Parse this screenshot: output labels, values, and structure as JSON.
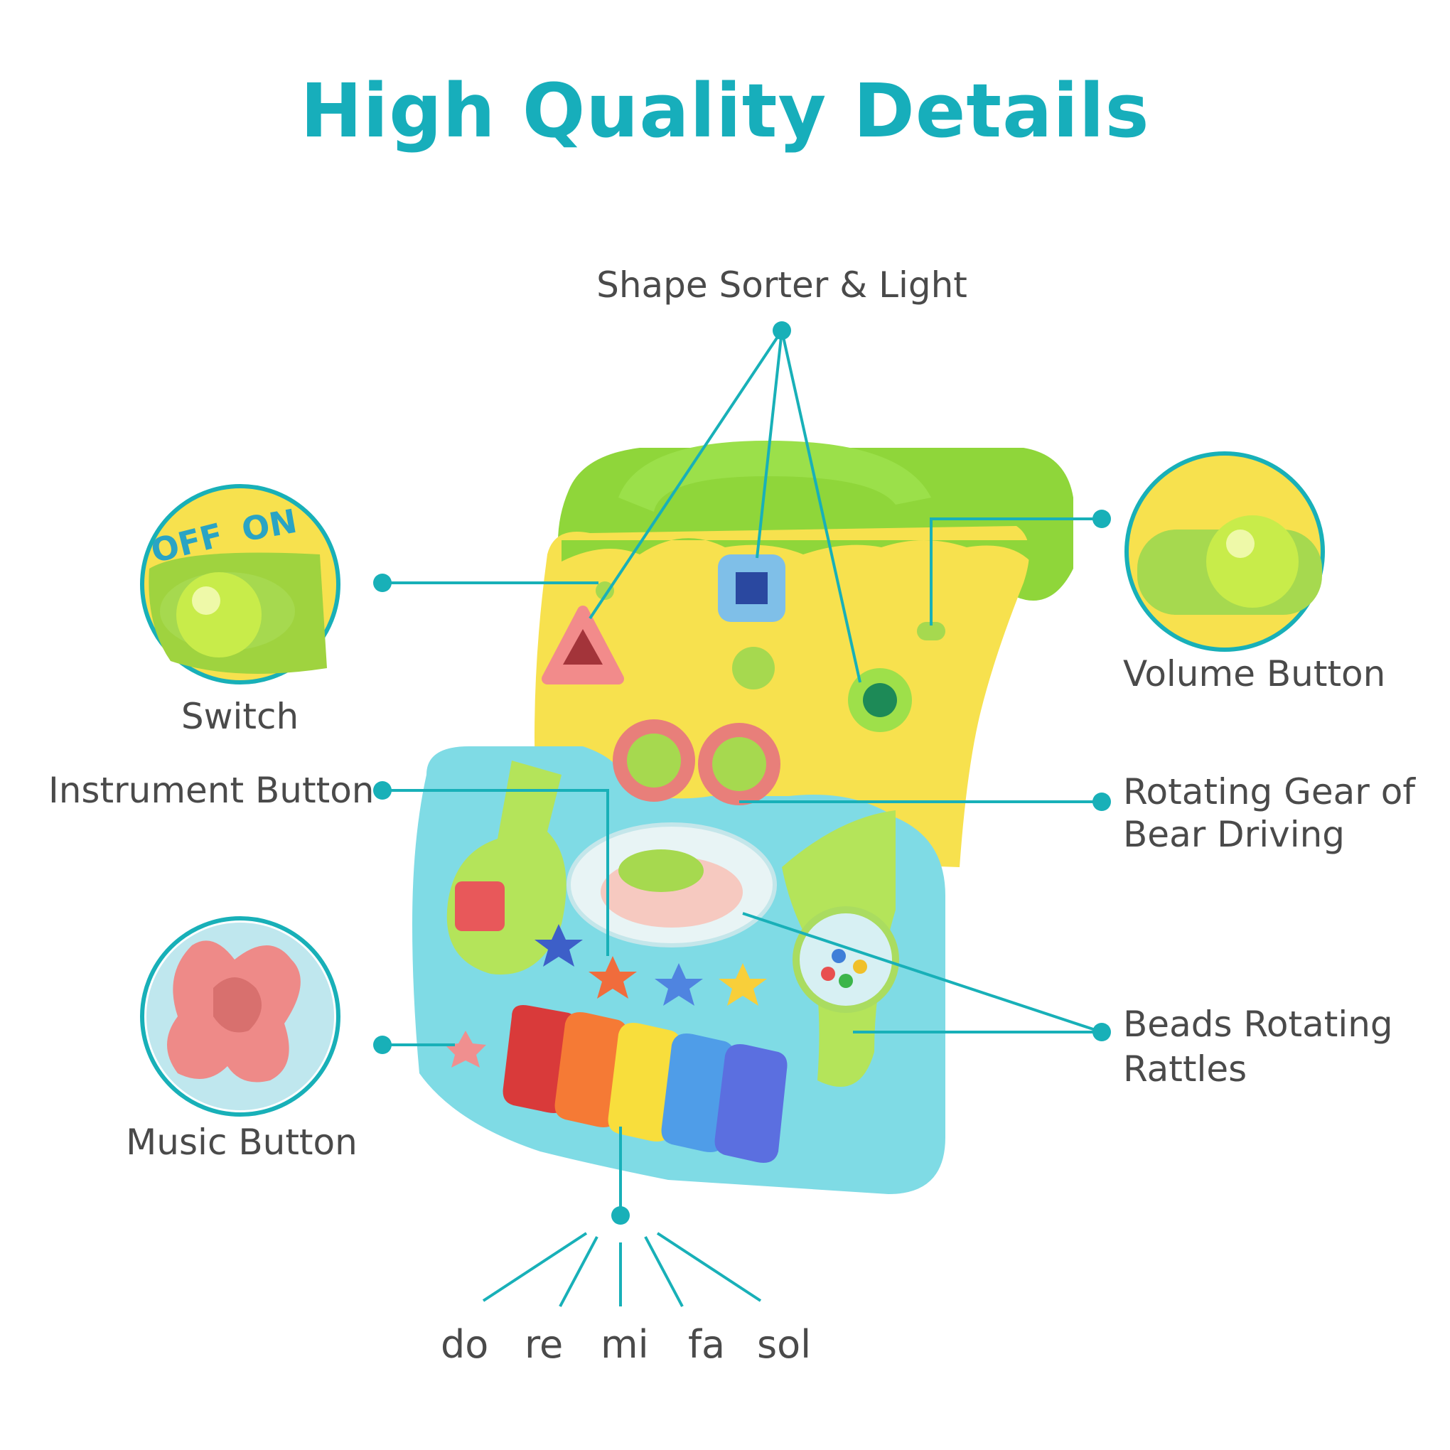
{
  "heading": "High Quality Details",
  "accent_color": "#17aebb",
  "callouts": {
    "shape_sorter": "Shape Sorter & Light",
    "switch": "Switch",
    "volume": "Volume Button",
    "instrument": "Instrument Button",
    "gear_line1": "Rotating Gear of",
    "gear_line2": "Bear Driving",
    "beads_line1": "Beads Rotating",
    "beads_line2": "Rattles",
    "music": "Music Button"
  },
  "switch_zoom": {
    "off": "OFF",
    "on": "ON"
  },
  "piano_notes": [
    "do",
    "re",
    "mi",
    "fa",
    "sol"
  ]
}
